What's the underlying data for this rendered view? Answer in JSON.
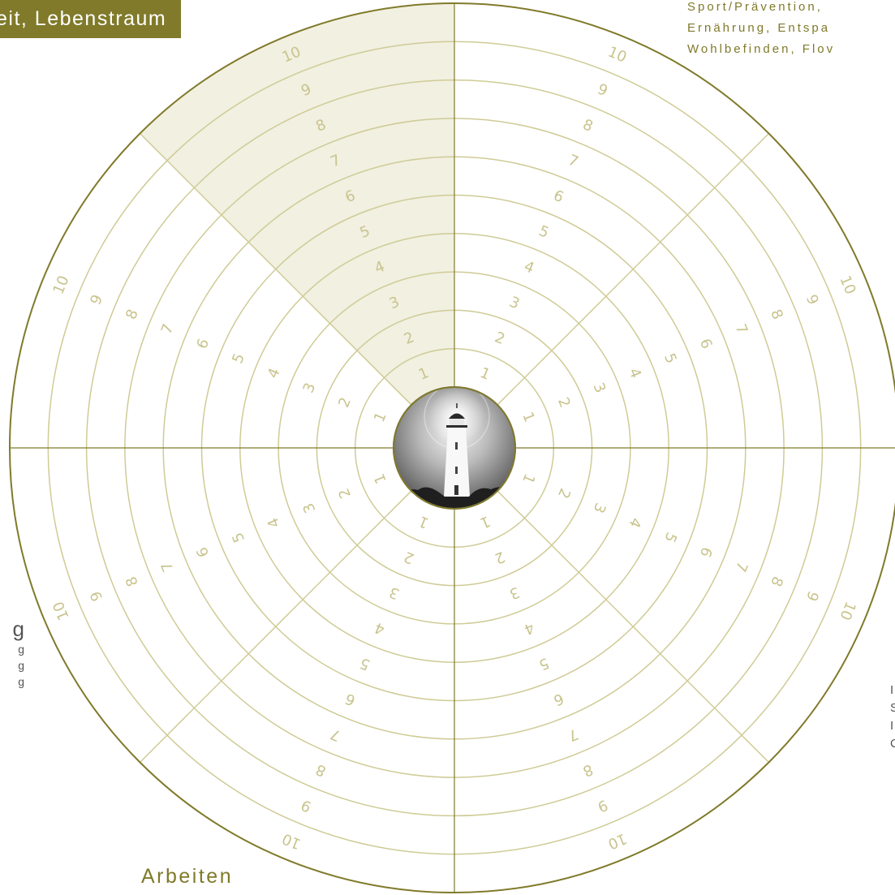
{
  "title": "eit, Lebenstraum",
  "top_right_lines": [
    "Sport/Prävention,",
    "Ernährung, Entspa",
    "Wohlbefinden, Flov"
  ],
  "left_partial": {
    "big": "g",
    "lines": [
      "g",
      "g",
      "g"
    ]
  },
  "right_partial": {
    "lines": [
      "I",
      "S",
      "I",
      "C"
    ]
  },
  "bottom_label": "Arbeiten",
  "wheel": {
    "scale_numbers": [
      "1",
      "2",
      "3",
      "4",
      "5",
      "6",
      "7",
      "8",
      "9",
      "10"
    ],
    "highlighted_segment": "top-left",
    "center_image": "lighthouse-photo"
  },
  "colors": {
    "accent": "#807a2a",
    "line": "#cfcb96",
    "highlight": "#f1f0e1",
    "number": "#c9c48e"
  }
}
